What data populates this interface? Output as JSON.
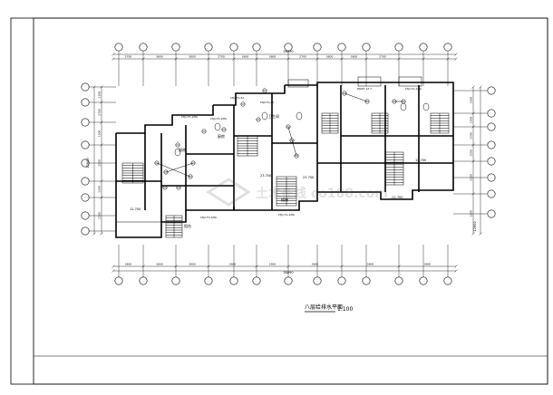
{
  "drawing": {
    "title": "八层给排水平面",
    "scale": "1:100"
  },
  "overall_dims": {
    "top_total": "38090",
    "bottom_total": "38090",
    "left_total": "12600",
    "right_total": "12600"
  },
  "top_dims": [
    "2700",
    "3600",
    "3600",
    "2700",
    "3600",
    "3600",
    "2700",
    "3600",
    "3600",
    "2700"
  ],
  "bottom_dims": [
    "3600",
    "3600",
    "3600",
    "3600",
    "2900",
    "3600",
    "3600",
    "3600"
  ],
  "left_dims": [
    "1200",
    "2700",
    "1500",
    "3200",
    "1500",
    "2700"
  ],
  "right_dims": [
    "3300",
    "1500",
    "1500",
    "1500",
    "3300",
    "1200"
  ],
  "room_labels": [
    "厨房",
    "厨房",
    "卫生间",
    "阳台",
    "楼梯",
    "12.700",
    "23.700",
    "23.700",
    "12.700",
    "-12.700"
  ],
  "annotations": [
    "LTJ1-FL-1/PA",
    "LTJ2-FL-1/PA",
    "LTJ1-FL-2A",
    "LTJ2-FL-2A",
    "LTJ1-FL-1/PA",
    "LTJ2-FL-1/PA",
    "LTJ1-FL-1/PA",
    "DN25 12.7"
  ],
  "watermark": "土木在线 co188.com"
}
